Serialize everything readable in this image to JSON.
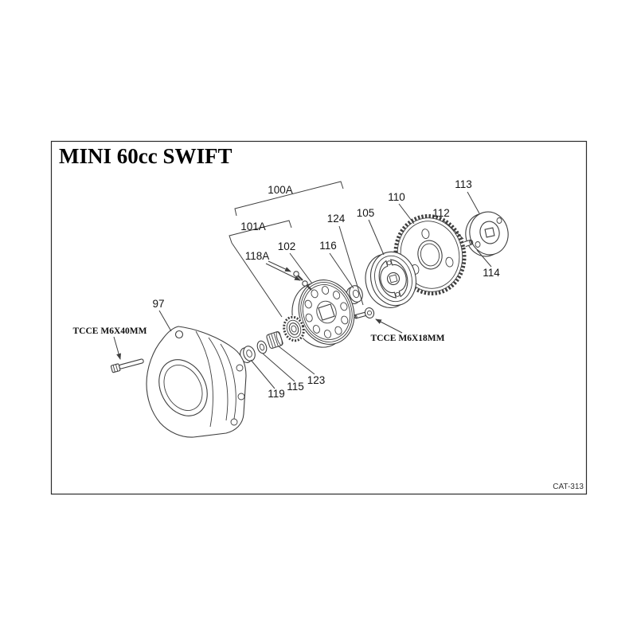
{
  "title": "MINI 60cc SWIFT",
  "catalog_code": "CAT-313",
  "callouts": {
    "p97": "97",
    "p100A": "100A",
    "p101A": "101A",
    "p102": "102",
    "p105": "105",
    "p110": "110",
    "p112": "112",
    "p113": "113",
    "p114": "114",
    "p115": "115",
    "p116": "116",
    "p118A": "118A",
    "p119": "119",
    "p123": "123",
    "p124": "124"
  },
  "annotations": {
    "bolt_left": "TCCE M6X40MM",
    "bolt_right": "TCCE M6X18MM"
  }
}
